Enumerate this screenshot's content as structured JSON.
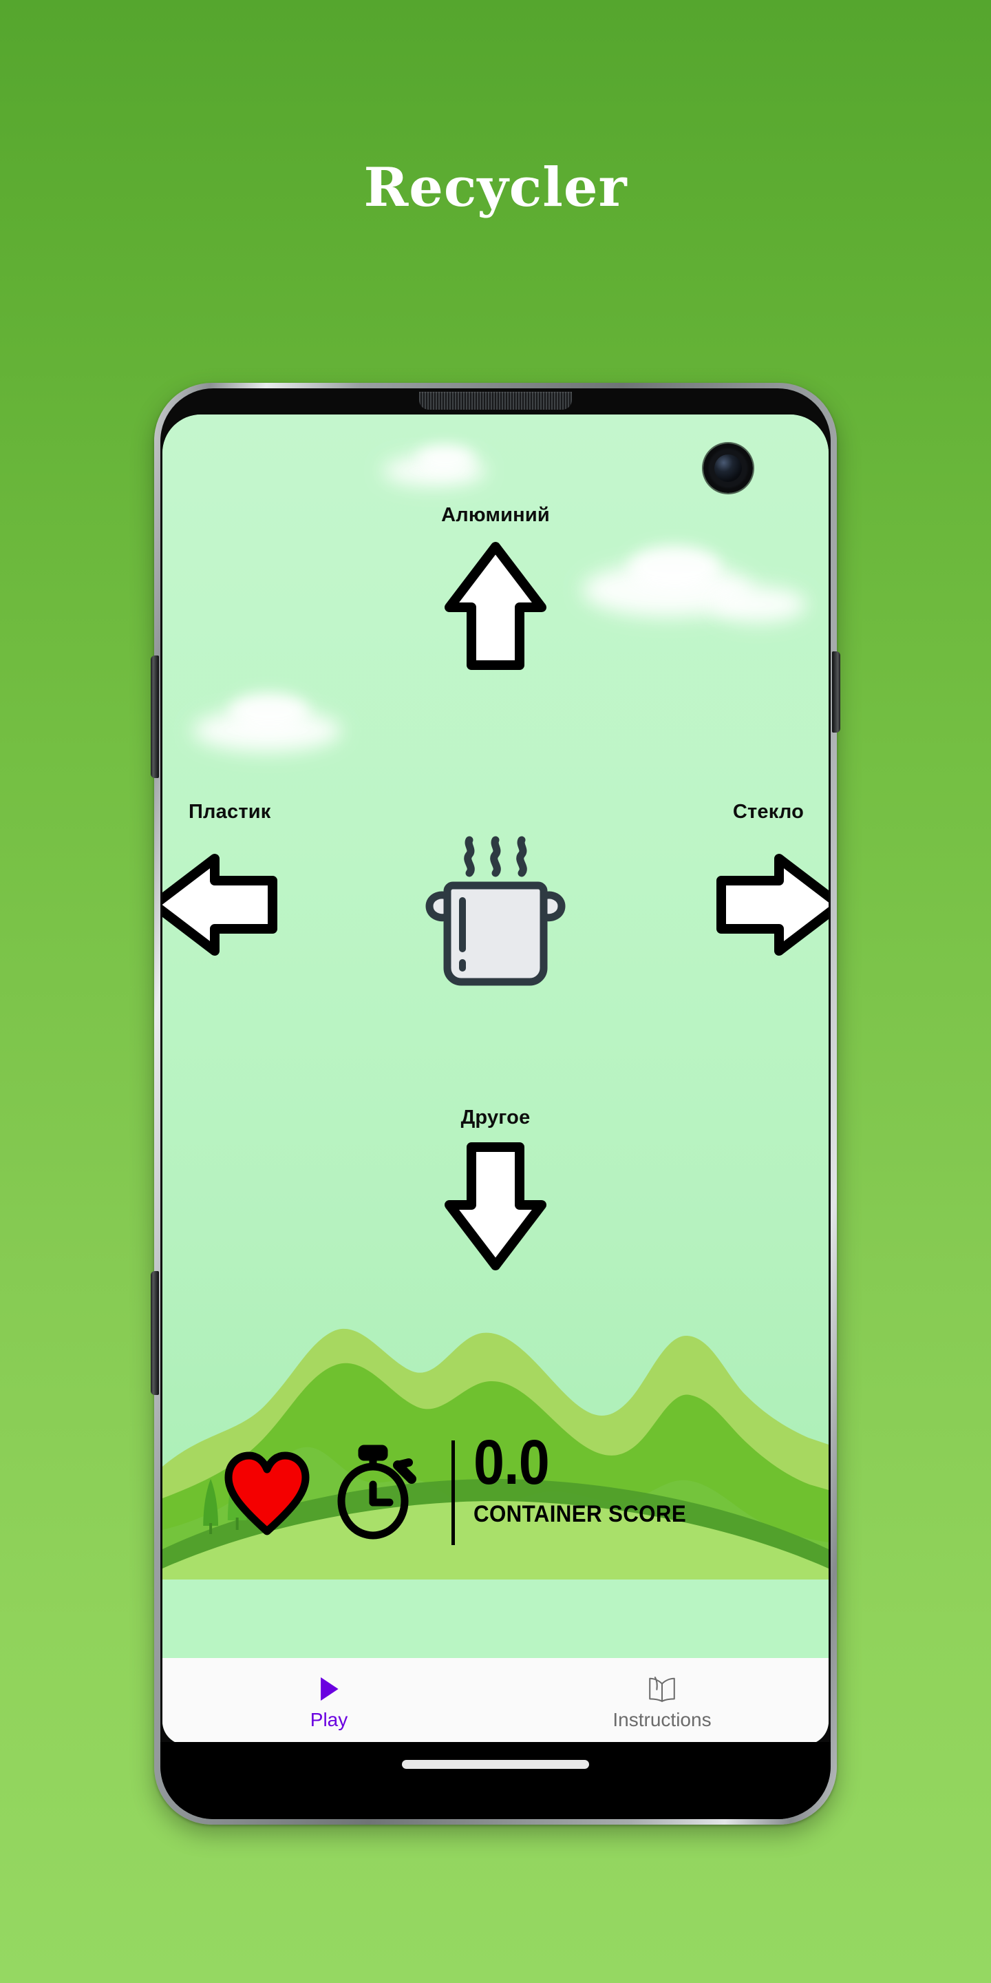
{
  "app": {
    "title": "Recycler",
    "title_color": "#ffffff",
    "background_gradient": [
      "#55a62e",
      "#95d862"
    ]
  },
  "game": {
    "sky_color": "#c2f5cb",
    "directions": [
      {
        "key": "up",
        "label": "Алюминий",
        "icon": "arrow-up-icon"
      },
      {
        "key": "left",
        "label": "Пластик",
        "icon": "arrow-left-icon"
      },
      {
        "key": "right",
        "label": "Стекло",
        "icon": "arrow-right-icon"
      },
      {
        "key": "down",
        "label": "Другое",
        "icon": "arrow-down-icon"
      }
    ],
    "center_item": {
      "icon": "cooking-pot-icon",
      "fill": "#e8eaed",
      "stroke": "#2e3a42",
      "steam_count": 3
    },
    "hud": {
      "life_icon": "heart-icon",
      "life_color": "#f40000",
      "timer_icon": "stopwatch-icon",
      "score_value": "0.0",
      "score_label": "CONTAINER SCORE"
    }
  },
  "bottom_nav": {
    "items": [
      {
        "label": "Play",
        "icon": "play-triangle-icon",
        "active": true,
        "color": "#6a00e0"
      },
      {
        "label": "Instructions",
        "icon": "open-book-icon",
        "active": false,
        "color": "#6b6b6b"
      }
    ]
  },
  "device": {
    "camera_icon": "front-camera-punch-hole",
    "speaker_icon": "earpiece-speaker-grille",
    "buttons": [
      "volume-up",
      "volume-down",
      "power"
    ],
    "home_indicator": "gesture-bar"
  }
}
